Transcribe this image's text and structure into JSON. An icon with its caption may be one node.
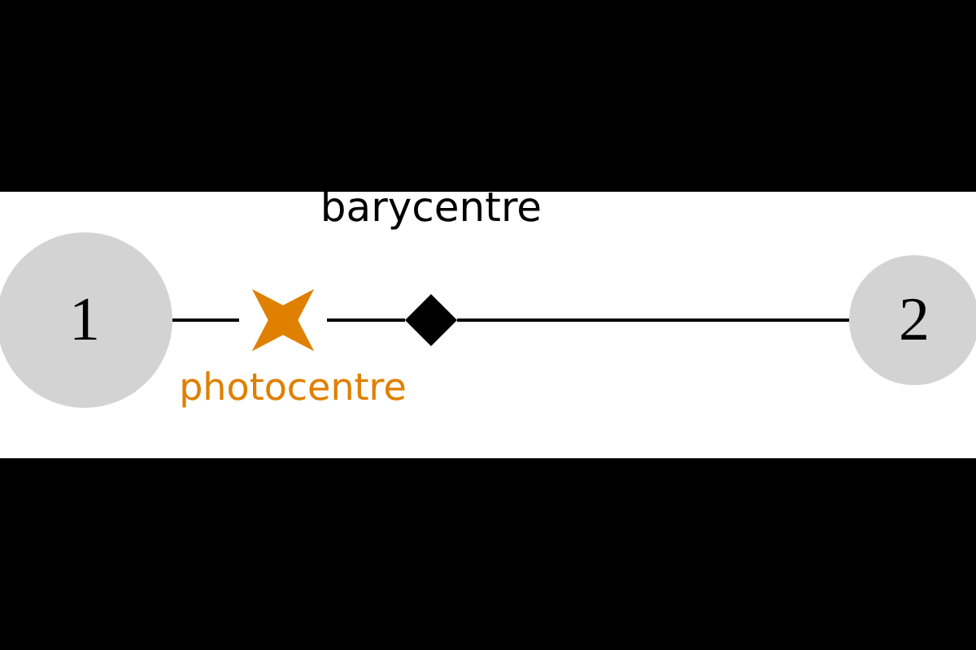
{
  "diagram": {
    "nodes": [
      {
        "text": [
          "1"
        ]
      },
      {
        "text": [],
        "shape": "star",
        "beside": [
          "photocentre"
        ]
      },
      {
        "text": [],
        "shape": "diamond",
        "beside": [
          "barycentre"
        ]
      },
      {
        "text": [
          "2"
        ]
      }
    ],
    "edges": [
      {
        "from": 0,
        "to": 1,
        "arrow": "none"
      },
      {
        "from": 1,
        "to": 2,
        "arrow": "none"
      },
      {
        "from": 2,
        "to": 3,
        "arrow": "none"
      }
    ]
  }
}
